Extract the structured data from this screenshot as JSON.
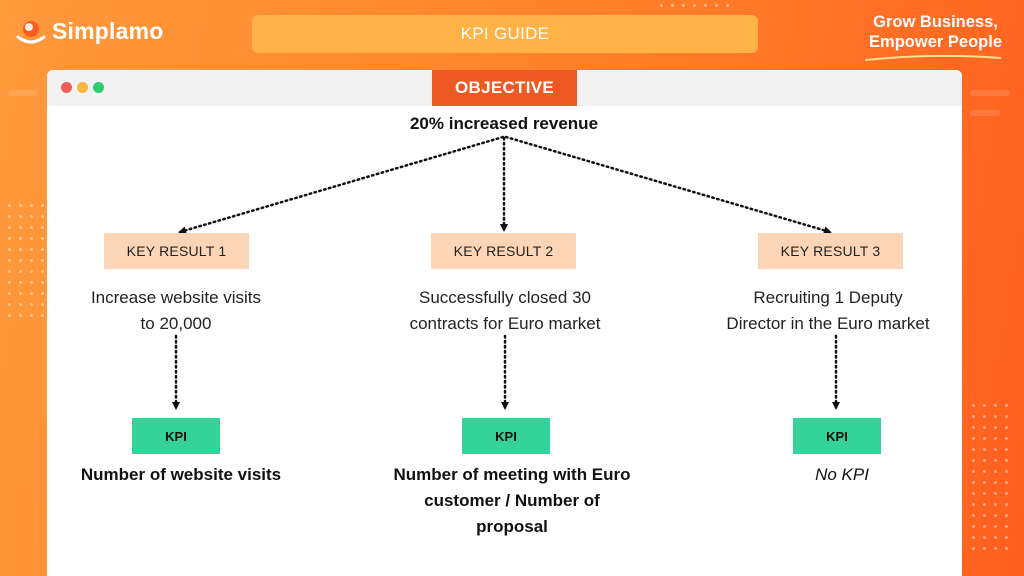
{
  "brand": {
    "name": "Simplamo",
    "logo_icon": "simplamo-logo-icon"
  },
  "header": {
    "title": "KPI GUIDE",
    "slogan_line1": "Grow Business,",
    "slogan_line2": "Empower People"
  },
  "objective": {
    "label": "OBJECTIVE",
    "text": "20% increased revenue"
  },
  "key_results": [
    {
      "label": "KEY RESULT 1",
      "text_line1": "Increase website visits",
      "text_line2": "to 20,000",
      "kpi_label": "KPI",
      "kpi_line1": "Number of website visits",
      "kpi_line2": "",
      "kpi_line3": ""
    },
    {
      "label": "KEY RESULT 2",
      "text_line1": "Successfully closed 30",
      "text_line2": "contracts for Euro market",
      "kpi_label": "KPI",
      "kpi_line1": "Number of meeting with Euro",
      "kpi_line2": "customer / Number of",
      "kpi_line3": "proposal"
    },
    {
      "label": "KEY RESULT 3",
      "text_line1": "Recruiting 1 Deputy",
      "text_line2": "Director in the Euro market",
      "kpi_label": "KPI",
      "kpi_line1": "No KPI",
      "kpi_line2": "",
      "kpi_line3": ""
    }
  ],
  "colors": {
    "objective": "#ee5a24",
    "key_result": "#fbd5b5",
    "kpi": "#34d399",
    "brand_orange": "#ff7a28"
  }
}
